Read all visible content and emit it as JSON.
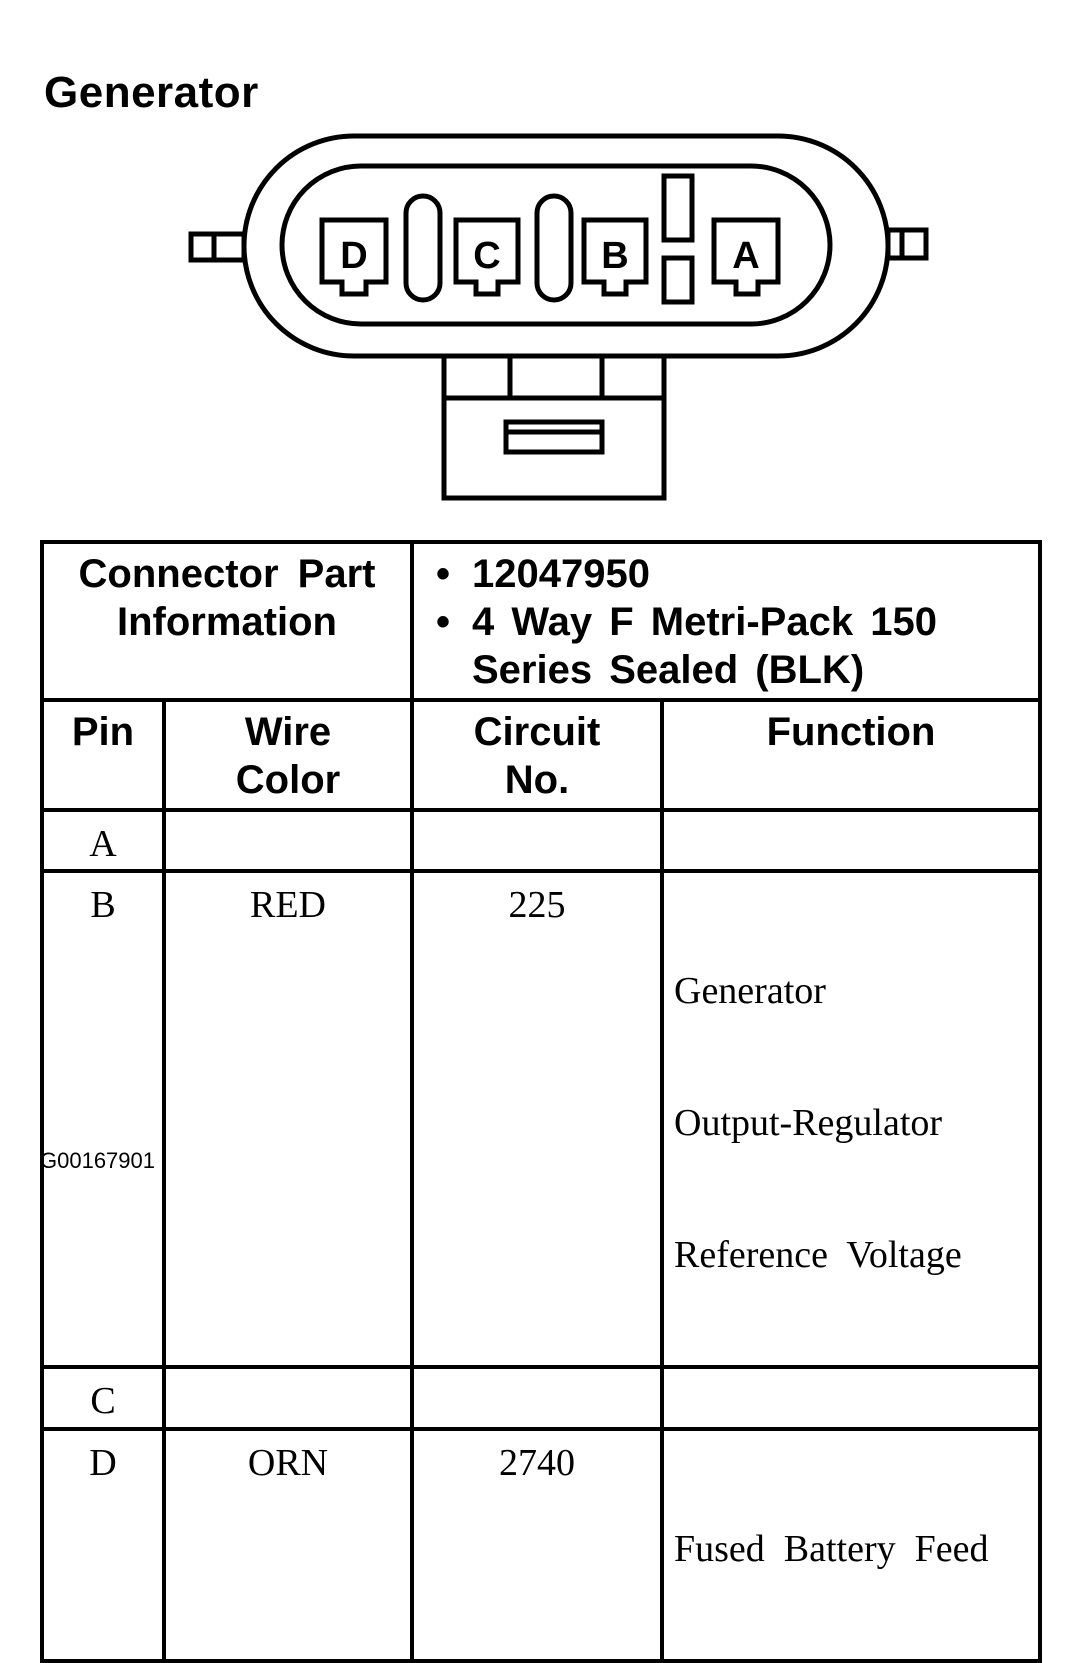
{
  "title": "Generator",
  "connector": {
    "pins": [
      "D",
      "C",
      "B",
      "A"
    ]
  },
  "table": {
    "part_info_label_line1": "Connector Part",
    "part_info_label_line2": "Information",
    "part_number": "12047950",
    "description_line1": "4 Way F Metri-Pack 150",
    "description_line2": "Series Sealed (BLK)",
    "bullet": "•",
    "columns": {
      "pin": "Pin",
      "wire_color_line1": "Wire",
      "wire_color_line2": "Color",
      "circuit_line1": "Circuit",
      "circuit_line2": "No.",
      "function": "Function"
    },
    "rows": [
      {
        "pin": "A",
        "wire_color": "",
        "circuit": "",
        "function": []
      },
      {
        "pin": "B",
        "wire_color": "RED",
        "circuit": "225",
        "function": [
          "Generator",
          "Output-Regulator",
          "Reference  Voltage"
        ]
      },
      {
        "pin": "C",
        "wire_color": "",
        "circuit": "",
        "function": []
      },
      {
        "pin": "D",
        "wire_color": "ORN",
        "circuit": "2740",
        "function": [
          "Fused  Battery  Feed"
        ]
      }
    ]
  },
  "figure_id": "G00167901"
}
